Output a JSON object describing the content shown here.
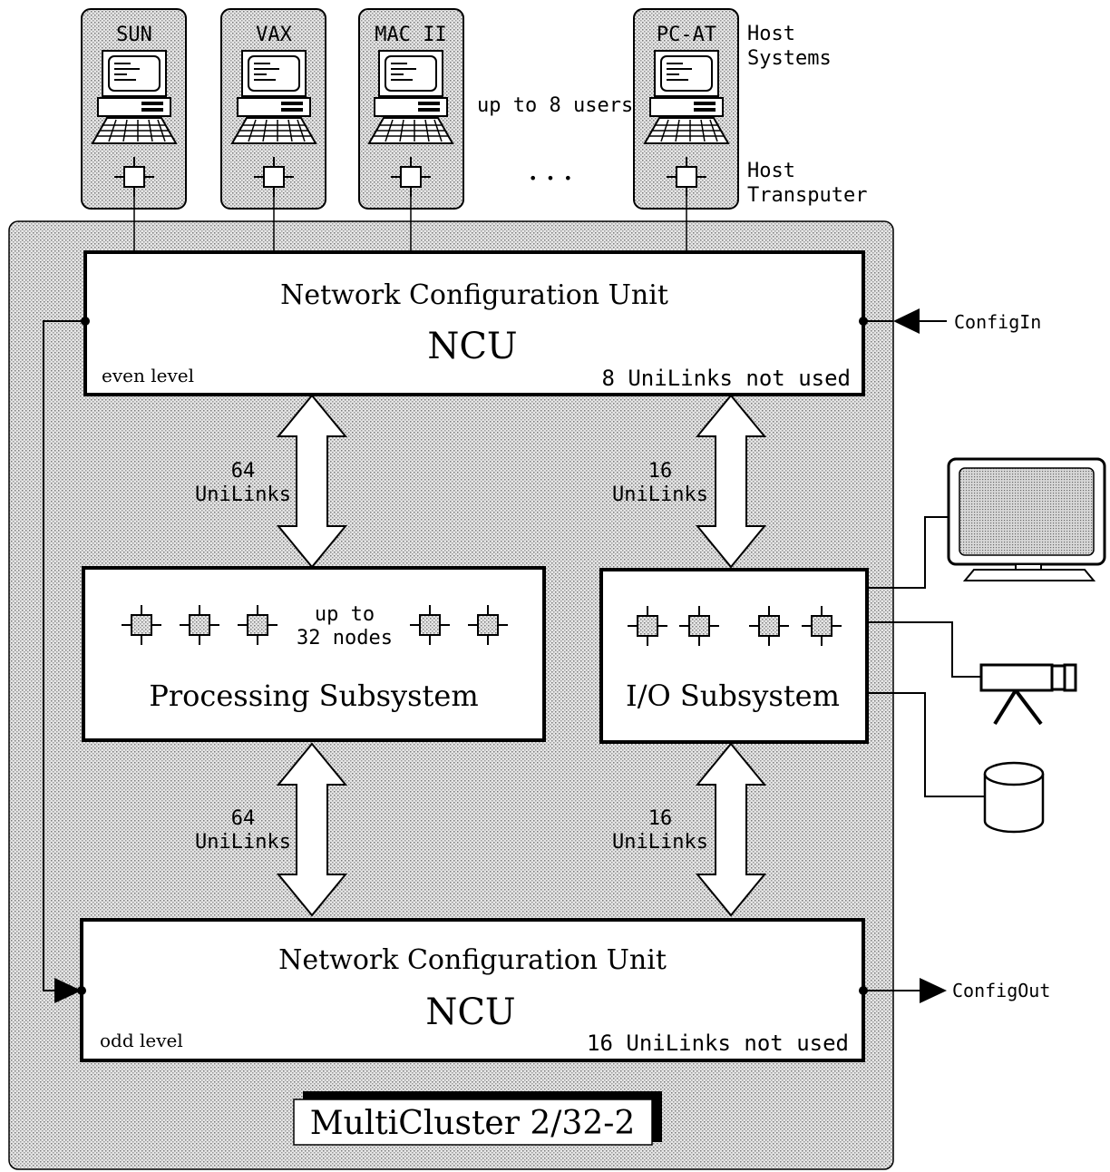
{
  "hosts": [
    {
      "label": "SUN"
    },
    {
      "label": "VAX"
    },
    {
      "label": "MAC II"
    },
    {
      "label": "PC-AT"
    }
  ],
  "host_notes": {
    "users": "up to 8 users",
    "ellipsis": "• • •",
    "host_systems_line1": "Host",
    "host_systems_line2": "Systems",
    "host_transputer_line1": "Host",
    "host_transputer_line2": "Transputer"
  },
  "ncu_top": {
    "title": "Network Configuration Unit",
    "abbr": "NCU",
    "level": "even level",
    "unused": "8 UniLinks not used"
  },
  "ncu_bottom": {
    "title": "Network Configuration Unit",
    "abbr": "NCU",
    "level": "odd level",
    "unused": "16 UniLinks not used"
  },
  "links": {
    "proc_top": [
      "64",
      "UniLinks"
    ],
    "io_top": [
      "16",
      "UniLinks"
    ],
    "proc_bottom": [
      "64",
      "UniLinks"
    ],
    "io_bottom": [
      "16",
      "UniLinks"
    ]
  },
  "processing": {
    "title": "Processing Subsystem",
    "nodes_line1": "up to",
    "nodes_line2": "32 nodes"
  },
  "io": {
    "title": "I/O Subsystem"
  },
  "config": {
    "in": "ConfigIn",
    "out": "ConfigOut"
  },
  "system_title": "MultiCluster 2/32-2",
  "colors": {
    "dots_fill": "#cfcfcf",
    "stroke": "#000000",
    "box_fill": "#ffffff"
  }
}
